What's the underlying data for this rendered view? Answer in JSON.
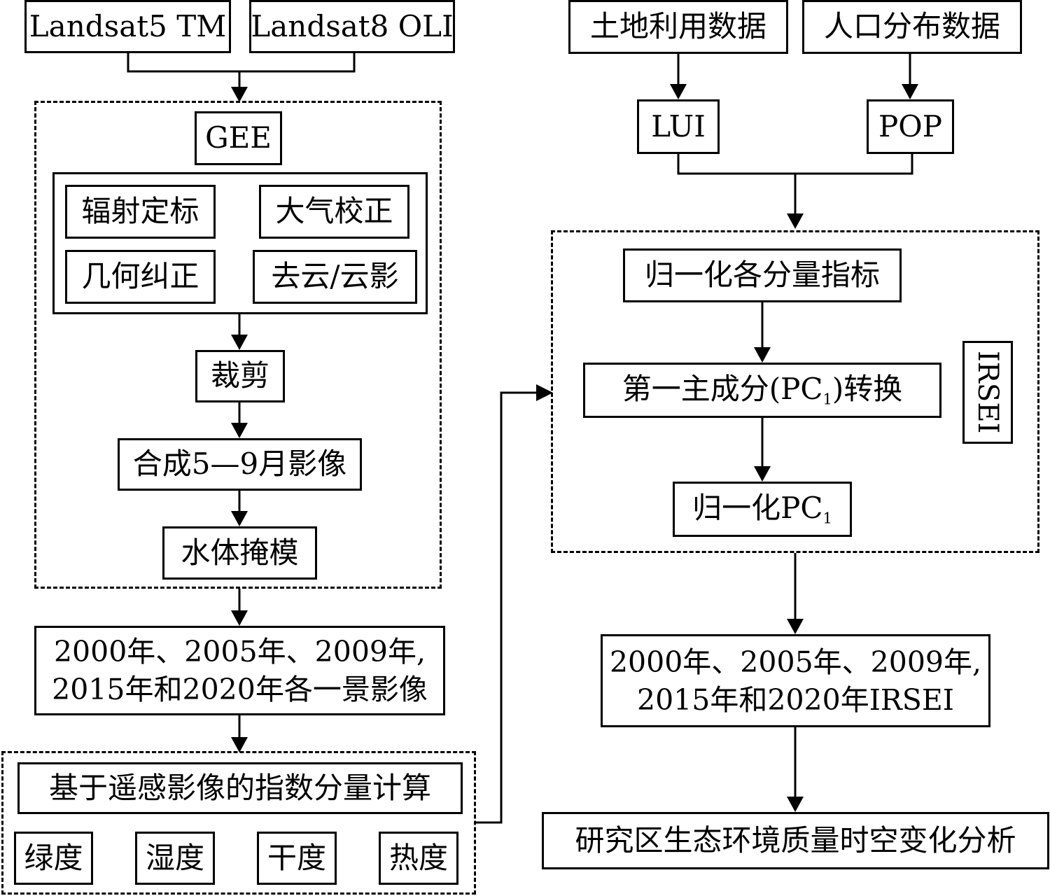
{
  "inputs": {
    "landsat5": "Landsat5 TM",
    "landsat8": "Landsat8 OLI",
    "land_use": "土地利用数据",
    "population": "人口分布数据"
  },
  "preprocess": {
    "gee": "GEE",
    "radiometric": "辐射定标",
    "atmospheric": "大气校正",
    "geometric": "几何纠正",
    "cloud": "去云/云影",
    "clip": "裁剪",
    "composite": "合成5—9月影像",
    "water_mask": "水体掩模"
  },
  "images": {
    "line1": "2000年、2005年、2009年,",
    "line2": "2015年和2020年各一景影像"
  },
  "index_calc": {
    "title": "基于遥感影像的指数分量计算",
    "greenness": "绿度",
    "wetness": "湿度",
    "dryness": "干度",
    "heat": "热度"
  },
  "human": {
    "lui": "LUI",
    "pop": "POP"
  },
  "irsei": {
    "label": "IRSEI",
    "normalize": "归一化各分量指标",
    "pca_prefix": "第一主成分(PC",
    "pca_sub": "1",
    "pca_suffix": ")转换",
    "norm_pc_prefix": "归一化PC",
    "norm_pc_sub": "1"
  },
  "result": {
    "line1": "2000年、2005年、2009年,",
    "line2": "2015年和2020年IRSEI"
  },
  "analysis": "研究区生态环境质量时空变化分析"
}
